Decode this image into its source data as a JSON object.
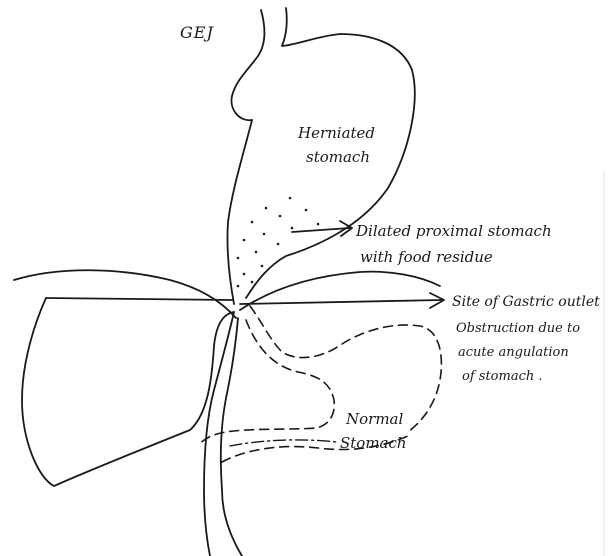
{
  "labels": {
    "gej": "GEJ",
    "herniated_line1": "Herniated",
    "herniated_line2": "stomach",
    "dilated_line1": "Dilated proximal stomach",
    "dilated_line2": "with food residue",
    "site_line1": "Site of Gastric outlet",
    "site_line2": "Obstruction due to",
    "site_line3": "acute angulation",
    "site_line4": "of stomach .",
    "normal_line1": "Normal",
    "normal_line2": "Stomach"
  },
  "colors": {
    "ink": "#1a1a1a",
    "background": "#ffffff"
  }
}
